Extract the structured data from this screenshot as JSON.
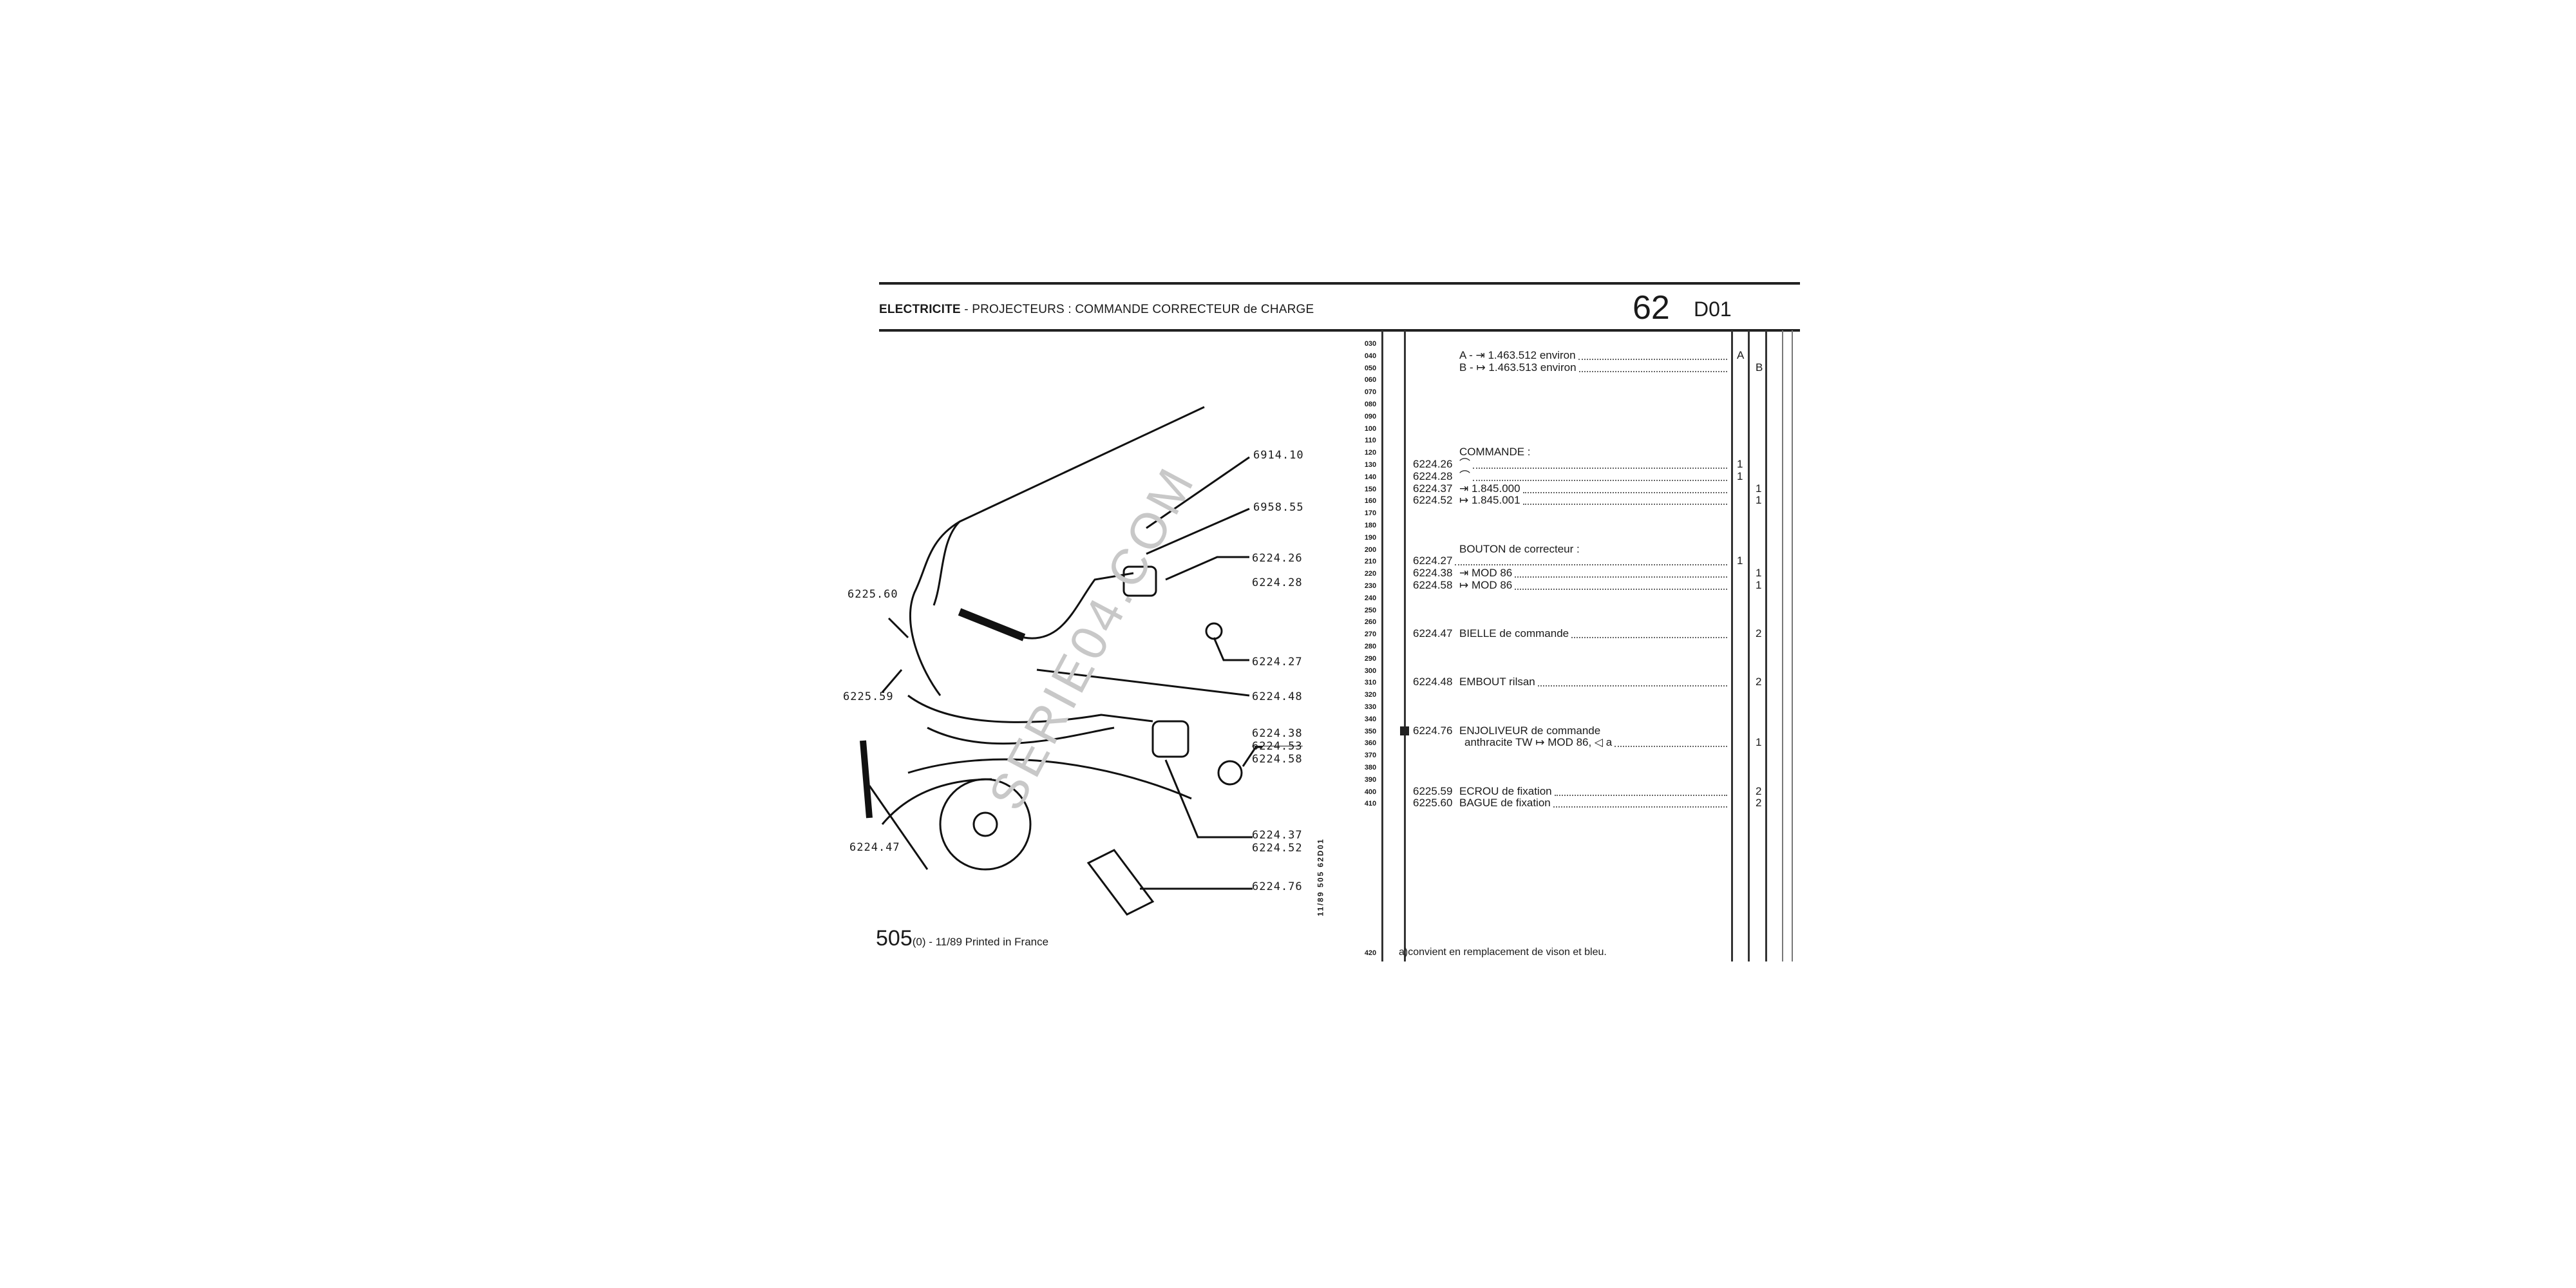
{
  "header": {
    "section": "ELECTRICITE",
    "subtitle": " - PROJECTEURS : COMMANDE CORRECTEUR de CHARGE",
    "page_number": "62",
    "page_code": "D01"
  },
  "line_numbers": [
    "030",
    "040",
    "050",
    "060",
    "070",
    "080",
    "090",
    "100",
    "110",
    "120",
    "130",
    "140",
    "150",
    "160",
    "170",
    "180",
    "190",
    "200",
    "210",
    "220",
    "230",
    "240",
    "250",
    "260",
    "270",
    "280",
    "290",
    "300",
    "310",
    "320",
    "330",
    "340",
    "350",
    "360",
    "370",
    "380",
    "390",
    "400",
    "410"
  ],
  "footnote_line": "420",
  "rows": [
    {
      "line": "040",
      "ref": "",
      "desc": "A - ⇥ 1.463.512 environ",
      "qa": "A",
      "qb": "",
      "dots": true
    },
    {
      "line": "050",
      "ref": "",
      "desc": "B - ↦ 1.463.513 environ",
      "qa": "",
      "qb": "B",
      "dots": true
    },
    {
      "line": "120",
      "ref": "",
      "desc": "COMMANDE :",
      "qa": "",
      "qb": "",
      "dots": false
    },
    {
      "line": "130",
      "ref": "6224.26",
      "desc": "⌒",
      "qa": "1",
      "qb": "",
      "dots": true
    },
    {
      "line": "140",
      "ref": "6224.28",
      "desc": "⌒",
      "qa": "1",
      "qb": "",
      "dots": true
    },
    {
      "line": "150",
      "ref": "6224.37",
      "desc": "⇥ 1.845.000",
      "qa": "",
      "qb": "1",
      "dots": true
    },
    {
      "line": "160",
      "ref": "6224.52",
      "desc": "↦ 1.845.001",
      "qa": "",
      "qb": "1",
      "dots": true
    },
    {
      "line": "200",
      "ref": "",
      "desc": "BOUTON de correcteur :",
      "qa": "",
      "qb": "",
      "dots": false
    },
    {
      "line": "210",
      "ref": "6224.27",
      "desc": "",
      "qa": "1",
      "qb": "",
      "dots": true
    },
    {
      "line": "220",
      "ref": "6224.38",
      "desc": "⇥ MOD 86",
      "qa": "",
      "qb": "1",
      "dots": true
    },
    {
      "line": "230",
      "ref": "6224.58",
      "desc": "↦ MOD 86",
      "qa": "",
      "qb": "1",
      "dots": true
    },
    {
      "line": "270",
      "ref": "6224.47",
      "desc": "BIELLE de commande",
      "qa": "",
      "qb": "2",
      "dots": true
    },
    {
      "line": "310",
      "ref": "6224.48",
      "desc": "EMBOUT rilsan",
      "qa": "",
      "qb": "2",
      "dots": true
    },
    {
      "line": "350",
      "ref": "6224.76",
      "desc": "ENJOLIVEUR de commande",
      "qa": "",
      "qb": "",
      "dots": false,
      "marker": true
    },
    {
      "line": "360",
      "ref": "",
      "desc": "anthracite TW ↦ MOD 86, ◁ a",
      "qa": "",
      "qb": "1",
      "dots": true,
      "indent": true
    },
    {
      "line": "400",
      "ref": "6225.59",
      "desc": "ECROU de fixation",
      "qa": "",
      "qb": "2",
      "dots": true
    },
    {
      "line": "410",
      "ref": "6225.60",
      "desc": "BAGUE de fixation",
      "qa": "",
      "qb": "2",
      "dots": true
    }
  ],
  "footnote": "a)convient en remplacement de vison et bleu.",
  "diagram_labels": {
    "l6914_10": "6914.10",
    "l6958_55": "6958.55",
    "l6224_26": "6224.26",
    "l6224_28": "6224.28",
    "l6225_60": "6225.60",
    "l6224_27": "6224.27",
    "l6224_48": "6224.48",
    "l6225_59": "6225.59",
    "l6224_38": "6224.38",
    "l6224_53": "6224.53",
    "l6224_58": "6224.58",
    "l6224_37": "6224.37",
    "l6224_52": "6224.52",
    "l6224_47": "6224.47",
    "l6224_76": "6224.76"
  },
  "vertical_code": "11/89 505 62D01",
  "watermark": "SERIE04.COM",
  "footer": {
    "model": "505",
    "suffix": "(0) - 11/89 Printed in France"
  }
}
